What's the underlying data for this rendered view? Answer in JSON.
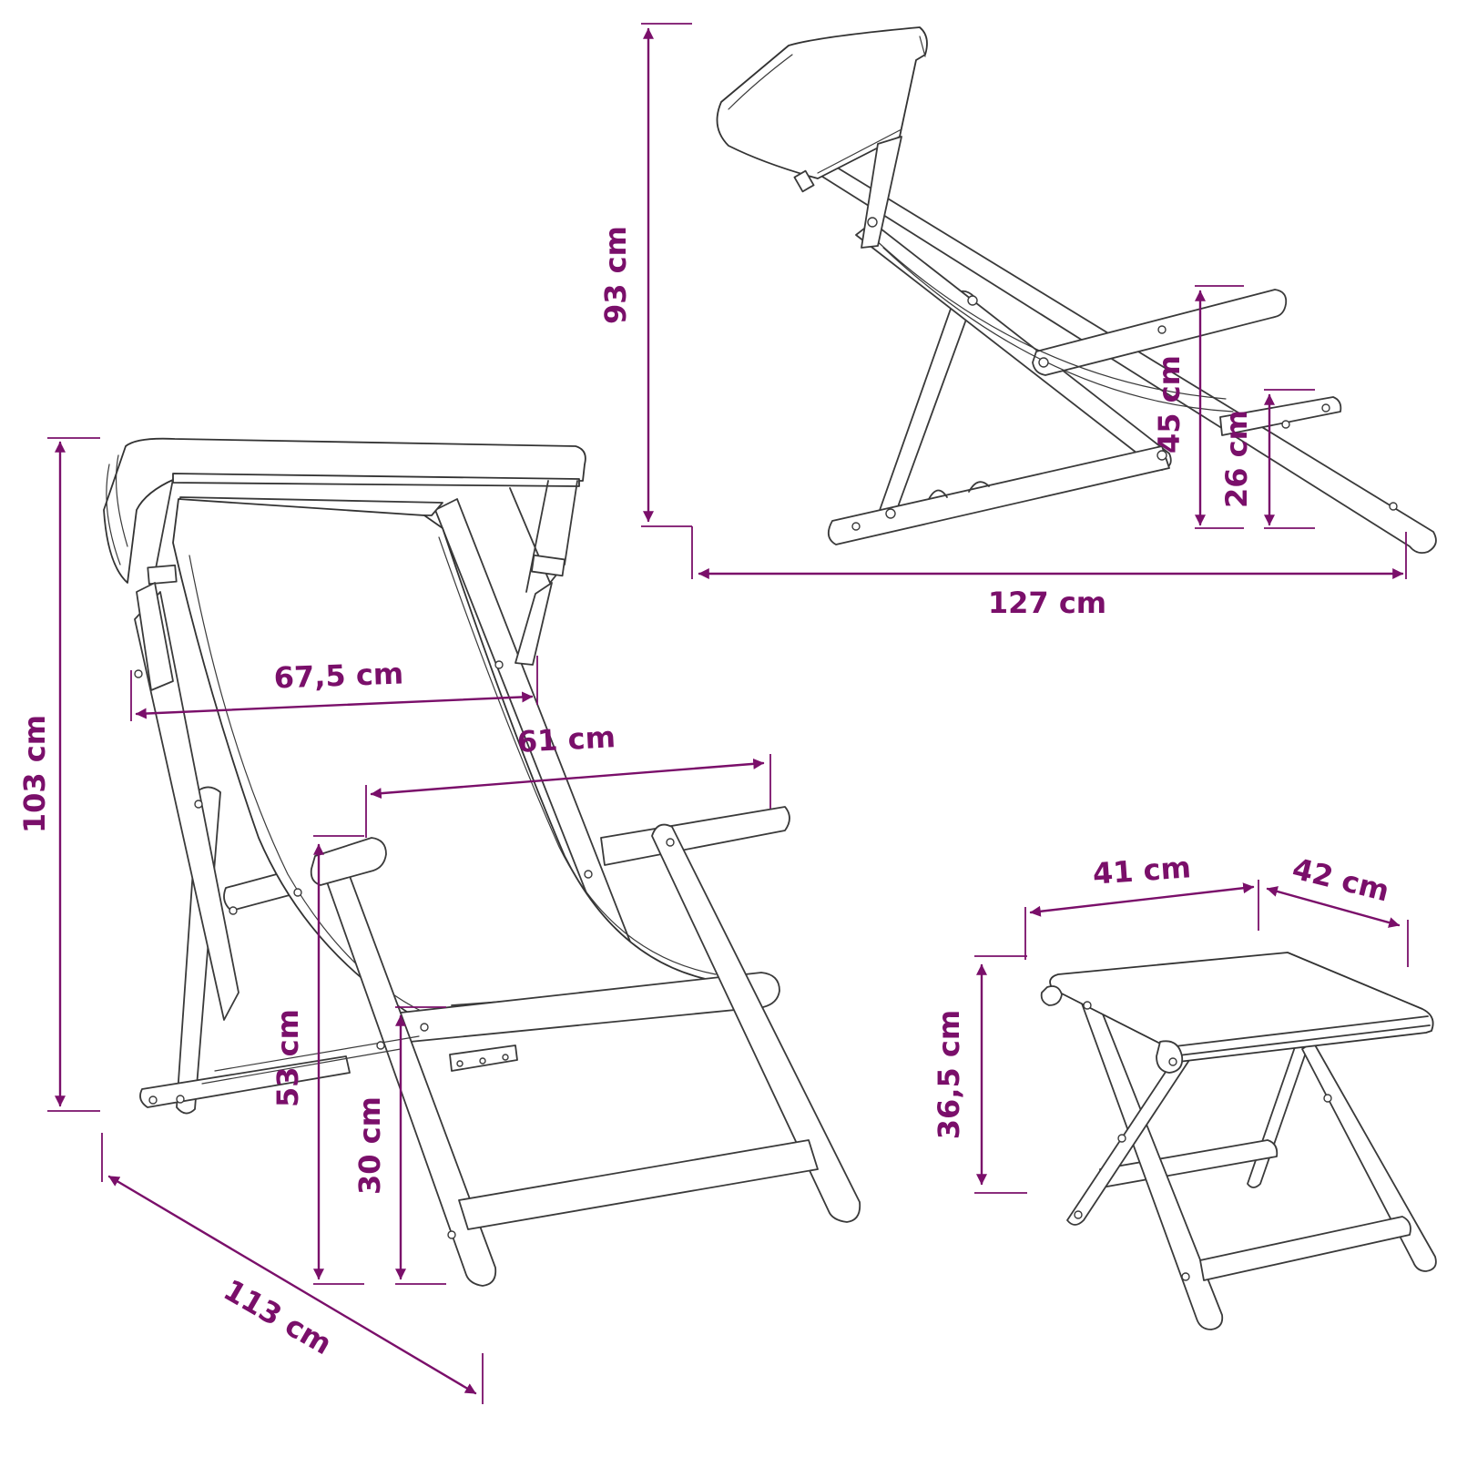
{
  "colors": {
    "dimension": "#7a0f6a",
    "outline": "#3a3a3a"
  },
  "dimensions": {
    "chair_front_height": "103 cm",
    "chair_front_width": "67,5 cm",
    "chair_armrest_width": "61 cm",
    "chair_armrest_height": "53 cm",
    "chair_seat_height": "30 cm",
    "chair_depth": "113 cm",
    "side_height": "93 cm",
    "side_length": "127 cm",
    "side_armrest_height": "45 cm",
    "side_seat_height": "26 cm",
    "stool_width": "41 cm",
    "stool_depth": "42 cm",
    "stool_height": "36,5 cm"
  }
}
